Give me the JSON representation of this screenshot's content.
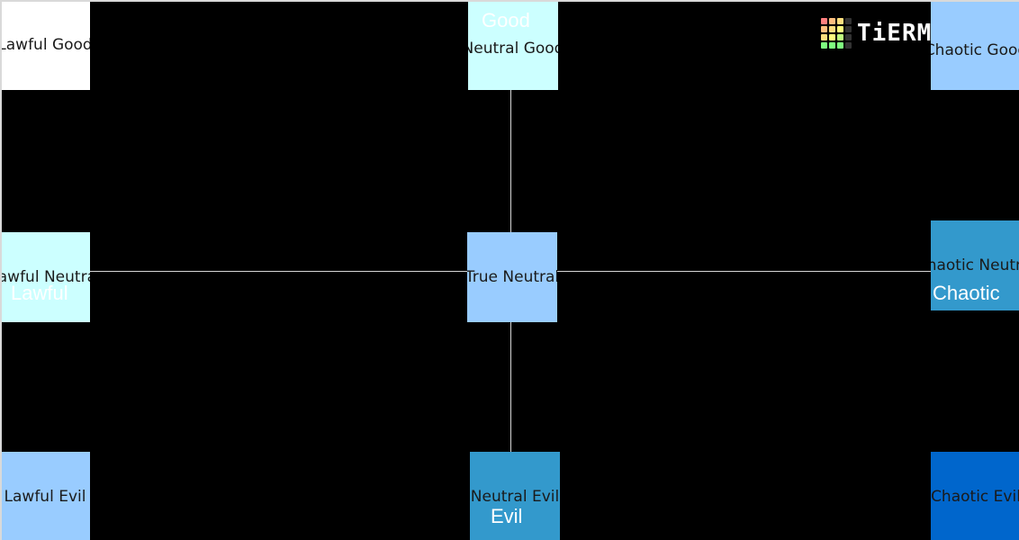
{
  "axes": {
    "top": "Good",
    "bottom": "Evil",
    "left": "Lawful",
    "right": "Chaotic"
  },
  "logo": {
    "text": "TiERM",
    "grid_colors": [
      "#ff7f7f",
      "#ffbf7f",
      "#ffdf7f",
      "#333333",
      "#ffbf7f",
      "#ffdf7f",
      "#ffff7f",
      "#333333",
      "#ffdf7f",
      "#ffff7f",
      "#bfff7f",
      "#333333",
      "#7fff7f",
      "#7fff7f",
      "#7fff7f",
      "#333333"
    ]
  },
  "alignments": {
    "lawful_good": {
      "label": "Lawful Good",
      "color": "#ffffff"
    },
    "neutral_good": {
      "label": "Neutral Good",
      "color": "#ccffff"
    },
    "chaotic_good": {
      "label": "Chaotic Good",
      "color": "#99ccff"
    },
    "lawful_neutral": {
      "label": "Lawful Neutral",
      "color": "#ccffff"
    },
    "true_neutral": {
      "label": "True Neutral",
      "color": "#99ccff"
    },
    "chaotic_neutral": {
      "label": "Chaotic Neutral",
      "color": "#3399cc"
    },
    "lawful_evil": {
      "label": "Lawful Evil",
      "color": "#99ccff"
    },
    "neutral_evil": {
      "label": "Neutral Evil",
      "color": "#3399cc"
    },
    "chaotic_evil": {
      "label": "Chaotic Evil",
      "color": "#0066cc"
    }
  },
  "background_color": "#000000",
  "axis_line_color": "#d6d6d6"
}
